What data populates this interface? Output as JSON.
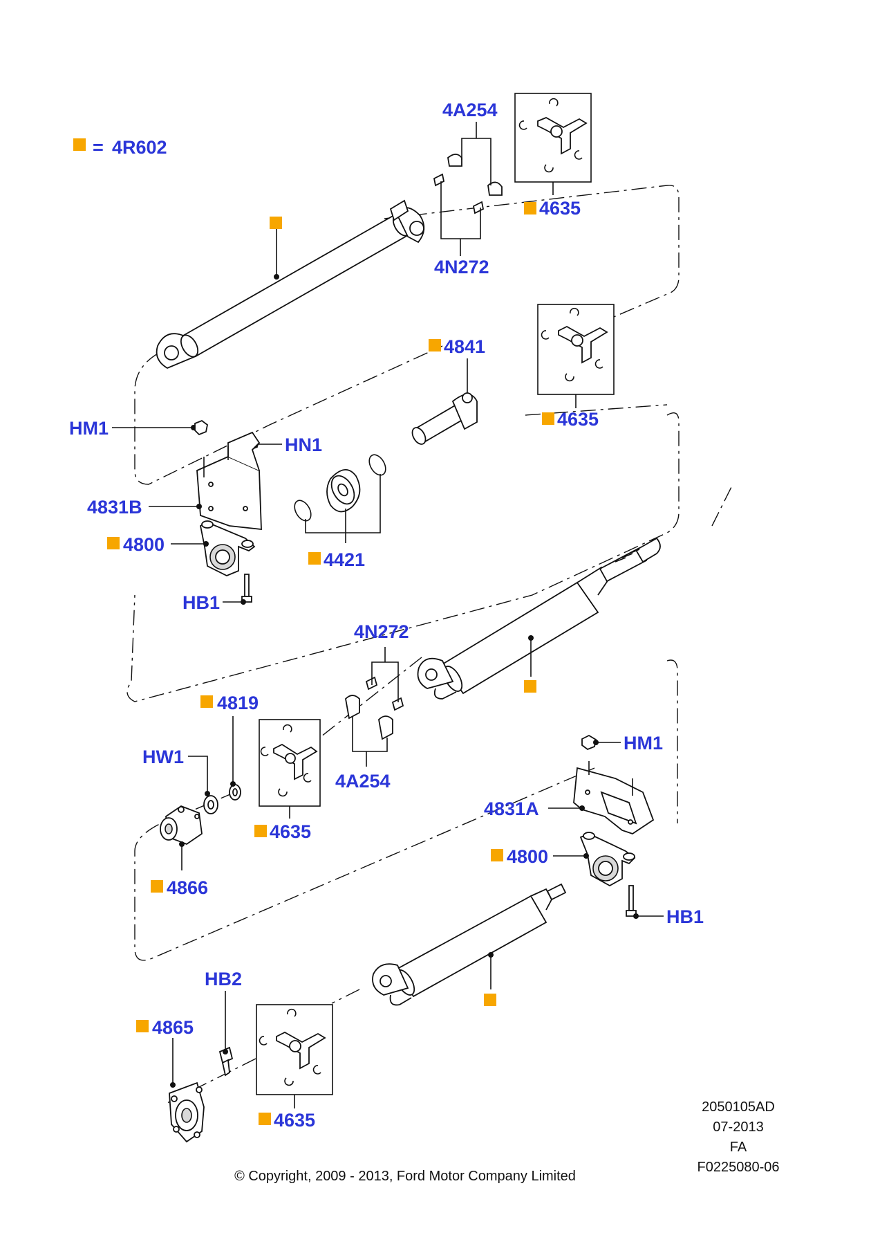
{
  "legend": {
    "equals": "=",
    "code": "4R602"
  },
  "labels": {
    "a4A254_top": "4A254",
    "a4N272_top": "4N272",
    "a4635_1": "4635",
    "a4841": "4841",
    "a4635_2": "4635",
    "hm1_top": "HM1",
    "hn1": "HN1",
    "a4831B": "4831B",
    "a4800_left": "4800",
    "a4421": "4421",
    "hb1_left": "HB1",
    "a4N272_mid": "4N272",
    "a4A254_mid": "4A254",
    "a4819": "4819",
    "hw1": "HW1",
    "a4635_3": "4635",
    "a4866": "4866",
    "hm1_right": "HM1",
    "a4831A": "4831A",
    "a4800_right": "4800",
    "hb1_right": "HB1",
    "hb2": "HB2",
    "a4865": "4865",
    "a4635_4": "4635"
  },
  "meta": {
    "line1": "2050105AD",
    "line2": "07-2013",
    "line3": "FA",
    "line4": "F0225080-06"
  },
  "copyright": "© Copyright, 2009 - 2013, Ford Motor Company Limited",
  "colors": {
    "label": "#2b36d8",
    "marker": "#f7a600",
    "line": "#111111"
  }
}
